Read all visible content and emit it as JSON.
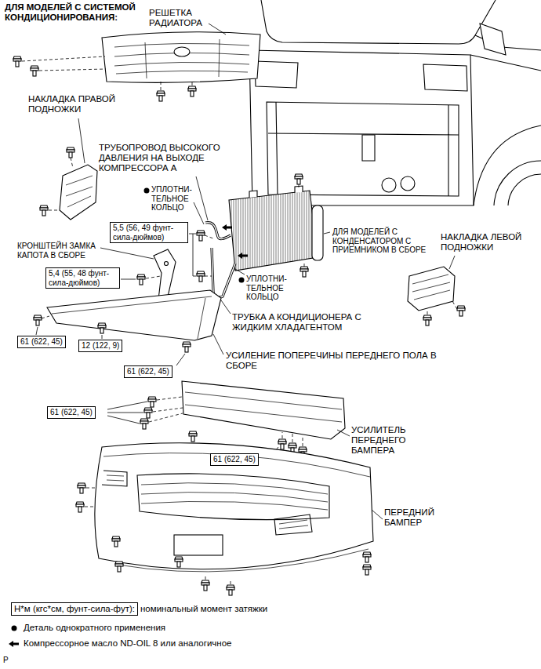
{
  "diagram": {
    "title": "ДЛЯ МОДЕЛЕЙ С СИСТЕМОЙ КОНДИЦИОНИРОВАНИЯ:",
    "nodes": [
      {
        "text": [
          "5,5 (56, 49 фунт-сила-дюймов)"
        ]
      },
      {
        "text": [
          "5,4 (55, 48 фунт-сила-дюймов)"
        ]
      },
      {
        "text": [
          "61 (622, 45)"
        ]
      },
      {
        "text": [
          "12 (122, 9)"
        ]
      },
      {
        "text": [
          "61 (622, 45)"
        ]
      },
      {
        "text": [
          "61 (622, 45)"
        ]
      },
      {
        "text": [
          "61 (622, 45)"
        ]
      },
      {
        "text": [
          "Н*м (кгс*см, фунт-сила-фут):"
        ]
      }
    ],
    "labels": [
      "РЕШЕТКА РАДИАТОРА",
      "НАКЛАДКА ПРАВОЙ ПОДНОЖКИ",
      "ТРУБОПРОВОД ВЫСОКОГО ДАВЛЕНИЯ НА ВЫХОДЕ КОМПРЕССОРА A",
      "УПЛОТНИ- ТЕЛЬНОЕ КОЛЬЦО",
      "ДЛЯ МОДЕЛЕЙ С КОНДЕНСАТОРОМ С ПРИЕМНИКОМ В СБОРЕ",
      "НАКЛАДКА ЛЕВОЙ ПОДНОЖКИ",
      "КРОНШТЕЙН ЗАМКА КАПОТА В СБОРЕ",
      "УПЛОТНИ- ТЕЛЬНОЕ КОЛЬЦО",
      "ТРУБКА A КОНДИЦИОНЕРА С ЖИДКИМ ХЛАДАГЕНТОМ",
      "УСИЛЕНИЕ ПОПЕРЕЧИНЫ ПЕРЕДНЕГО ПОЛА В СБОРЕ",
      "УСИЛИТЕЛЬ ПЕРЕДНЕГО БАМПЕРА",
      "ПЕРЕДНИЙ БАМПЕР",
      "P"
    ],
    "legend": [
      {
        "text": "номинальный момент затяжки"
      },
      {
        "text": "Деталь однократного применения"
      },
      {
        "text": "Компрессорное масло ND-OIL 8 или аналогичное"
      }
    ]
  }
}
